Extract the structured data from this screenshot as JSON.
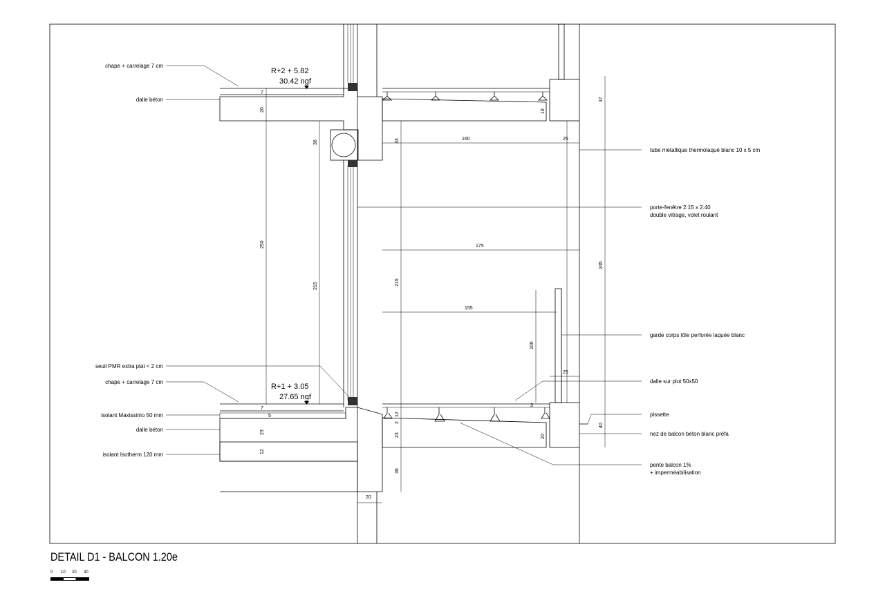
{
  "title": "DETAIL D1 -  BALCON 1.20e",
  "scale": {
    "ticks": [
      "0",
      "10",
      "20",
      "30"
    ]
  },
  "levels": {
    "upper": {
      "name": "R+2 + 5.82",
      "ngf": "30.42 ngf"
    },
    "lower": {
      "name": "R+1 + 3.05",
      "ngf": "27.65 ngf"
    }
  },
  "labels_left": [
    "chape + carrelage 7 cm",
    "dalle béton",
    "seuil PMR extra plat < 2 cm",
    "chape + carrelage 7 cm",
    "isolant Maxissimo 50 mm",
    "dalle béton",
    "isolant Isotherm 120 mm"
  ],
  "labels_right": {
    "tube": "tube métallique thermolaqué blanc 10 x 5 cm",
    "window_1": "porte-fenêtre 2.15 x 2.40",
    "window_2": "double vitrage, volet roulant",
    "railing": "garde corps tôle perforée laquée blanc",
    "tile": "dalle sur plot 50x50",
    "drip": "pissette",
    "nose": "nez de balcon béton blanc préfa",
    "slope_1": "pente balcon 1%",
    "slope_2": "+ imperméabilisation"
  },
  "dimensions": {
    "d7a": "7",
    "d20a": "20",
    "d36a": "36",
    "d250": "250",
    "d215a": "215",
    "d33": "33",
    "d160": "160",
    "d25a": "25",
    "d19": "19",
    "d37": "37",
    "d175": "175",
    "d215b": "215",
    "d245": "245",
    "d155": "155",
    "d100": "100",
    "d25b": "25",
    "d3": "3",
    "d12": "12",
    "d2": "2",
    "d23a": "23",
    "d20b": "20",
    "d40": "40",
    "d7b": "7",
    "d5": "5",
    "d23b": "23",
    "d12b": "12",
    "d36b": "36",
    "d20c": "20"
  }
}
